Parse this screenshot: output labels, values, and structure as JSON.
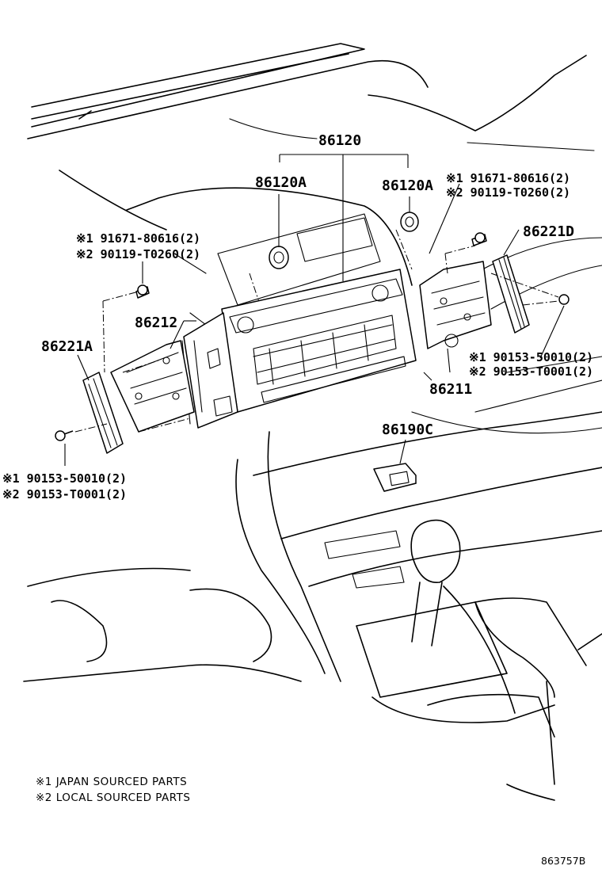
{
  "parts": {
    "p86120": "86120",
    "p86120A_left": "86120A",
    "p86120A_right": "86120A",
    "p86221D": "86221D",
    "p86212": "86212",
    "p86221A": "86221A",
    "p86211": "86211",
    "p86190C": "86190C"
  },
  "fasteners": {
    "top_right_1": "※1 91671-80616(2)",
    "top_right_2": "※2 90119-T0260(2)",
    "top_left_1": "※1 91671-80616(2)",
    "top_left_2": "※2 90119-T0260(2)",
    "mid_right_1": "※1 90153-50010(2)",
    "mid_right_2": "※2 90153-T0001(2)",
    "bottom_left_1": "※1 90153-50010(2)",
    "bottom_left_2": "※2 90153-T0001(2)"
  },
  "notes": {
    "note1": "※1 JAPAN SOURCED PARTS",
    "note2": "※2 LOCAL SOURCED PARTS"
  },
  "diagram_code": "863757B"
}
